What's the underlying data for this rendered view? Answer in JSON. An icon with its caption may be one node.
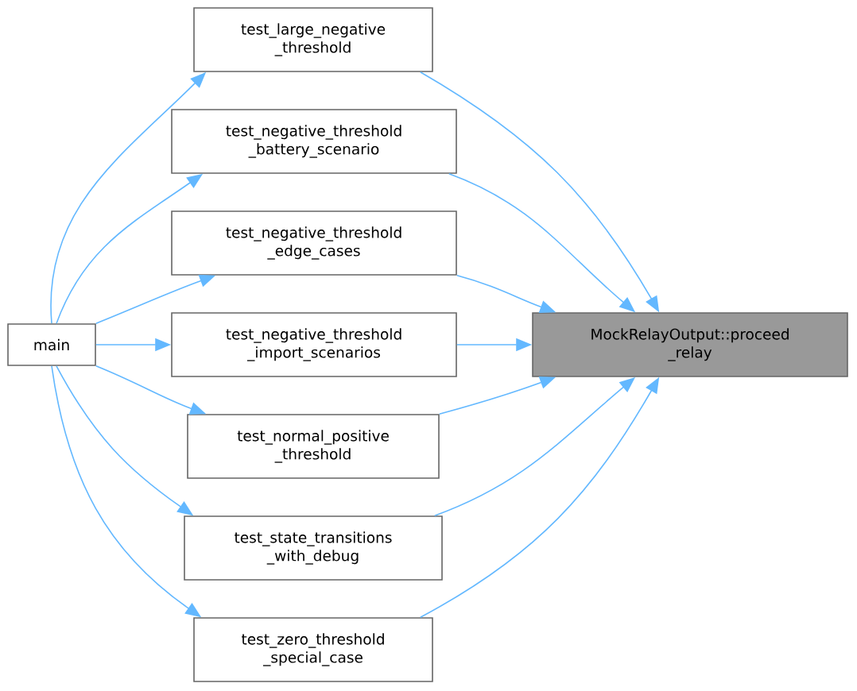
{
  "diagram": {
    "nodes": [
      {
        "text": [
          "main"
        ]
      },
      {
        "text": [
          "test_large_negative _threshold"
        ]
      },
      {
        "text": [
          "test_negative_threshold _battery_scenario"
        ]
      },
      {
        "text": [
          "test_negative_threshold _edge_cases"
        ]
      },
      {
        "text": [
          "test_negative_threshold _import_scenarios"
        ]
      },
      {
        "text": [
          "test_normal_positive _threshold"
        ]
      },
      {
        "text": [
          "test_state_transitions _with_debug"
        ]
      },
      {
        "text": [
          "test_zero_threshold _special_case"
        ]
      },
      {
        "text": [
          "MockRelayOutput::proceed _relay"
        ]
      }
    ],
    "edges": [
      {
        "from": 0,
        "to": 1,
        "arrow": "to"
      },
      {
        "from": 0,
        "to": 2,
        "arrow": "to"
      },
      {
        "from": 0,
        "to": 3,
        "arrow": "to"
      },
      {
        "from": 0,
        "to": 4,
        "arrow": "to"
      },
      {
        "from": 0,
        "to": 5,
        "arrow": "to"
      },
      {
        "from": 0,
        "to": 6,
        "arrow": "to"
      },
      {
        "from": 0,
        "to": 7,
        "arrow": "to"
      },
      {
        "from": 1,
        "to": 8,
        "arrow": "to"
      },
      {
        "from": 2,
        "to": 8,
        "arrow": "to"
      },
      {
        "from": 3,
        "to": 8,
        "arrow": "to"
      },
      {
        "from": 4,
        "to": 8,
        "arrow": "to"
      },
      {
        "from": 5,
        "to": 8,
        "arrow": "to"
      },
      {
        "from": 6,
        "to": 8,
        "arrow": "to"
      },
      {
        "from": 7,
        "to": 8,
        "arrow": "to"
      }
    ]
  }
}
